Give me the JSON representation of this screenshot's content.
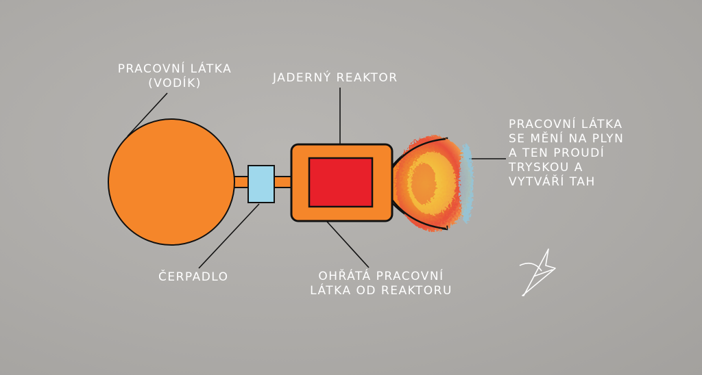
{
  "labels": {
    "tank": [
      "Pracovní látka",
      "(vodík)"
    ],
    "reactor": "Jaderný reaktor",
    "exhaust": [
      "Pracovní látka",
      "se mění na plyn",
      "a ten proudí",
      "tryskou a",
      "vytváří tah"
    ],
    "pump": "Čerpadlo",
    "heated": [
      "Ohřátá pracovní",
      "látka od reaktoru"
    ]
  },
  "colors": {
    "background": "#adaba8",
    "tank": "#f5862a",
    "pump": "#9fd8ec",
    "reactor_housing": "#f5862a",
    "reactor_core": "#e8202a",
    "outline": "#111111",
    "label_text": "#ffffff"
  }
}
